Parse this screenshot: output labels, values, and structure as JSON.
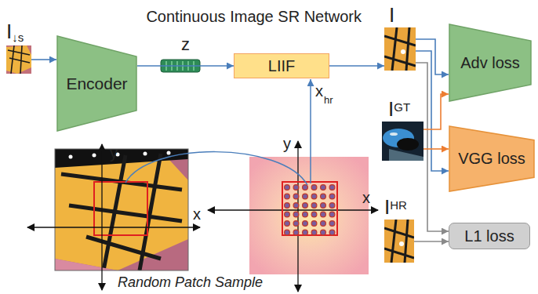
{
  "diagram": {
    "nodes": [
      {
        "text": [
          "Continuous Image SR Network"
        ]
      },
      {
        "text": [
          "Encoder"
        ],
        "in": 0
      },
      {
        "text": [
          "LIIF"
        ],
        "in": 0
      },
      {
        "text": [
          "I",
          "↓s"
        ]
      },
      {
        "text": [
          "I"
        ]
      },
      {
        "text": [
          "I",
          "GT"
        ]
      },
      {
        "text": [
          "I",
          "HR"
        ]
      },
      {
        "text": [
          "Adv loss"
        ]
      },
      {
        "text": [
          "VGG loss"
        ]
      },
      {
        "text": [
          "L1 loss"
        ]
      }
    ],
    "edges": [
      {
        "from": 3,
        "to": 1,
        "arrow": "to"
      },
      {
        "from": 1,
        "to": 2,
        "label": "z",
        "arrow": "to"
      },
      {
        "from": 2,
        "to": 4,
        "arrow": "to"
      },
      {
        "from": 4,
        "to": 7,
        "arrow": "to"
      },
      {
        "from": 4,
        "to": 8,
        "arrow": "to"
      },
      {
        "from": 4,
        "to": 9,
        "arrow": "to"
      },
      {
        "from": 5,
        "to": 7,
        "arrow": "to"
      },
      {
        "from": 5,
        "to": 8,
        "arrow": "to"
      },
      {
        "from": 6,
        "to": 9,
        "arrow": "to"
      }
    ],
    "labels": [
      "x",
      "hr",
      "y",
      "x",
      "y",
      "x",
      "Random Patch Sample"
    ]
  }
}
